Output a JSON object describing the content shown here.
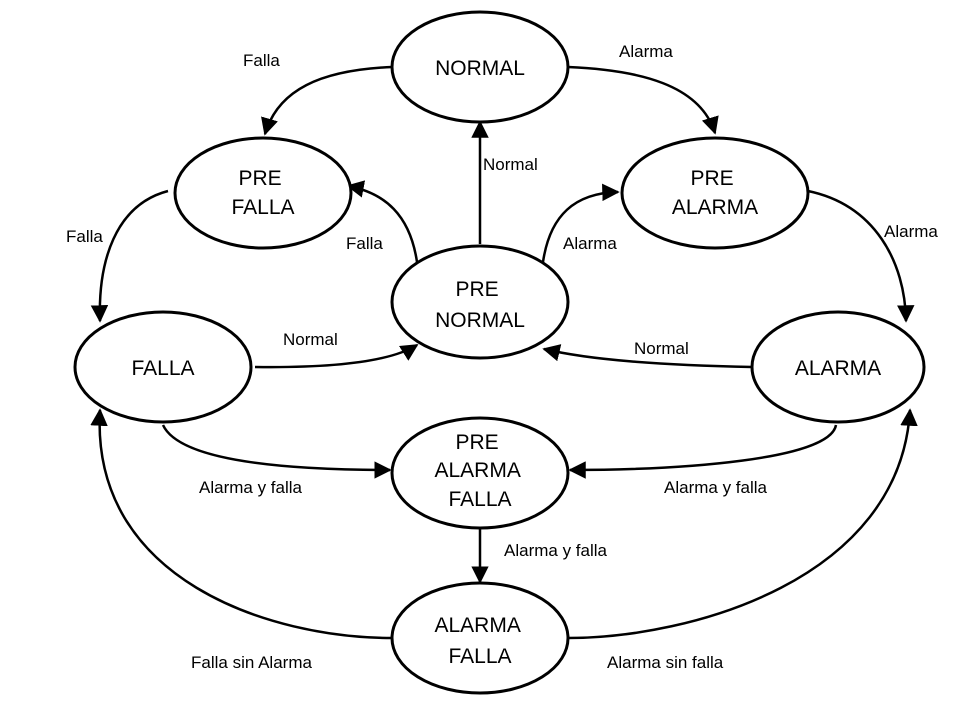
{
  "colors": {
    "stroke": "#000000",
    "background": "#ffffff"
  },
  "states": {
    "normal": {
      "lines": [
        "NORMAL"
      ]
    },
    "pre_falla": {
      "lines": [
        "PRE",
        "FALLA"
      ]
    },
    "pre_alarma": {
      "lines": [
        "PRE",
        "ALARMA"
      ]
    },
    "pre_normal": {
      "lines": [
        "PRE",
        "NORMAL"
      ]
    },
    "falla": {
      "lines": [
        "FALLA"
      ]
    },
    "alarma": {
      "lines": [
        "ALARMA"
      ]
    },
    "pre_alarma_falla": {
      "lines": [
        "PRE",
        "ALARMA",
        "FALLA"
      ]
    },
    "alarma_falla": {
      "lines": [
        "ALARMA",
        "FALLA"
      ]
    }
  },
  "transitions": {
    "normal_to_pre_falla": {
      "label": "Falla"
    },
    "normal_to_pre_alarma": {
      "label": "Alarma"
    },
    "pre_normal_to_normal": {
      "label": "Normal"
    },
    "pre_falla_to_falla": {
      "label": "Falla"
    },
    "pre_normal_to_pre_falla": {
      "label": "Falla"
    },
    "pre_normal_to_pre_alarma": {
      "label": "Alarma"
    },
    "pre_alarma_to_alarma": {
      "label": "Alarma"
    },
    "falla_to_pre_normal": {
      "label": "Normal"
    },
    "alarma_to_pre_normal": {
      "label": "Normal"
    },
    "falla_to_pre_alarma_falla": {
      "label": "Alarma y falla"
    },
    "alarma_to_pre_alarma_falla": {
      "label": "Alarma y falla"
    },
    "pre_alarma_falla_to_alarma_falla": {
      "label": "Alarma y falla"
    },
    "alarma_falla_to_falla": {
      "label": "Falla sin Alarma"
    },
    "alarma_falla_to_alarma": {
      "label": "Alarma sin falla"
    }
  }
}
